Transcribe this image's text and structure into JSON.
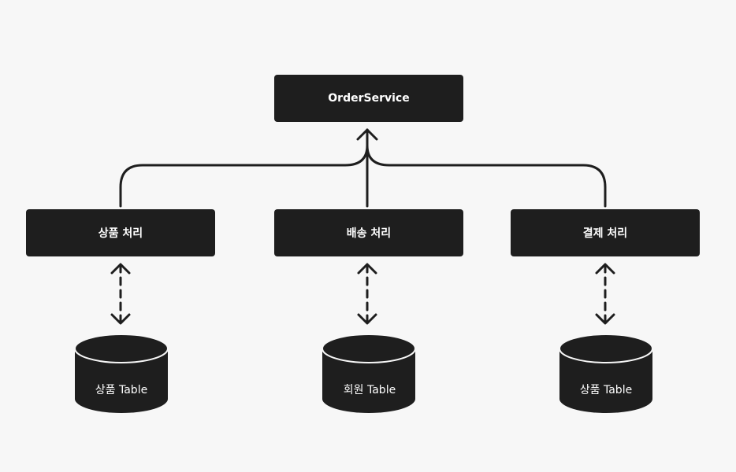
{
  "root": {
    "label": "OrderService"
  },
  "services": [
    {
      "label": "상품 처리"
    },
    {
      "label": "배송 처리"
    },
    {
      "label": "결제 처리"
    }
  ],
  "tables": [
    {
      "label": "상품 Table"
    },
    {
      "label": "회원 Table"
    },
    {
      "label": "상품 Table"
    }
  ],
  "colors": {
    "node": "#1e1e1e",
    "text": "#ffffff",
    "line": "#1e1e1e",
    "background": "#f7f7f7"
  }
}
